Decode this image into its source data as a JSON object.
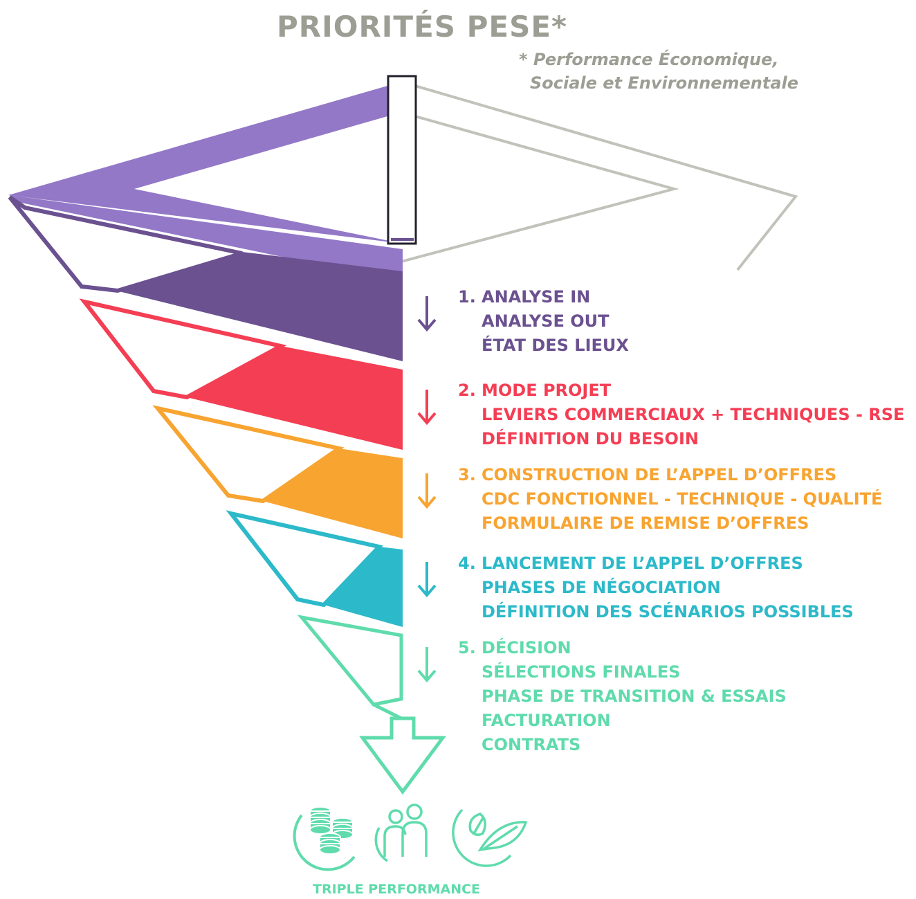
{
  "title": "PRIORITÉS PESE*",
  "subtitle_lines": [
    "* Performance Économique,",
    "Sociale et Environnementale"
  ],
  "steps": [
    {
      "number": "1.",
      "color": "#6b5190",
      "lines": [
        "ANALYSE IN",
        "ANALYSE OUT",
        "ÉTAT DES LIEUX"
      ]
    },
    {
      "number": "2.",
      "color": "#f43e54",
      "lines": [
        "MODE PROJET",
        "LEVIERS COMMERCIAUX + TECHNIQUES - RSE",
        "DÉFINITION DU BESOIN"
      ]
    },
    {
      "number": "3.",
      "color": "#f8a431",
      "lines": [
        "CONSTRUCTION DE L’APPEL D’OFFRES",
        "CDC FONCTIONNEL - TECHNIQUE - QUALITÉ",
        "FORMULAIRE DE REMISE D’OFFRES"
      ]
    },
    {
      "number": "4.",
      "color": "#2cb9c9",
      "lines": [
        "LANCEMENT DE L’APPEL D’OFFRES",
        "PHASES DE NÉGOCIATION",
        "DÉFINITION DES SCÉNARIOS POSSIBLES"
      ]
    },
    {
      "number": "5.",
      "color": "#5fdbac",
      "lines": [
        "DÉCISION",
        "SÉLECTIONS FINALES",
        "PHASE DE TRANSITION & ESSAIS",
        "FACTURATION",
        "CONTRATS"
      ]
    }
  ],
  "icons": [
    "coins-icon",
    "people-icon",
    "leaf-icon"
  ],
  "footer": "TRIPLE PERFORMANCE",
  "colors": {
    "title": "#9c9d93",
    "top_purple": "#9378c7",
    "outline_gray": "#c2c2bb",
    "post_outline": "#22202a",
    "arrow": "#5fdbac"
  }
}
